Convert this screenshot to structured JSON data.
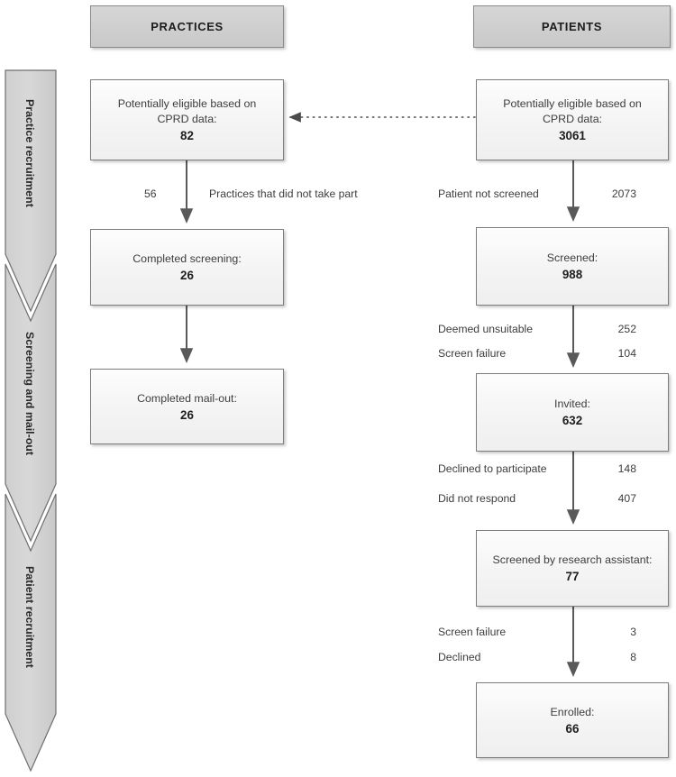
{
  "figure": {
    "type": "flowchart",
    "title": "",
    "columns": [
      {
        "id": "practices",
        "header": "PRACTICES"
      },
      {
        "id": "patients",
        "header": "PATIENTS"
      }
    ],
    "phase_bands": [
      {
        "id": "practice-recruitment",
        "label": "Practice recruitment"
      },
      {
        "id": "screening-mail-out",
        "label": "Screening and mail-out"
      },
      {
        "id": "patient-recruitment",
        "label": "Patient recruitment"
      }
    ],
    "practices_nodes": [
      {
        "id": "practices-eligible",
        "caption": "Potentially eligible based on\nCPRD data:",
        "value": "82"
      },
      {
        "id": "practices-screening",
        "caption": "Completed screening:",
        "value": "26"
      },
      {
        "id": "practices-mailout",
        "caption": "Completed mail-out:",
        "value": "26"
      }
    ],
    "patients_nodes": [
      {
        "id": "patients-eligible",
        "caption": "Potentially eligible based on\nCPRD data:",
        "value": "3061"
      },
      {
        "id": "patients-screened",
        "caption": "Screened:",
        "value": "988"
      },
      {
        "id": "patients-invited",
        "caption": "Invited:",
        "value": "632"
      },
      {
        "id": "patients-ra-screen",
        "caption": "Screened by  research assistant:",
        "value": "77"
      },
      {
        "id": "patients-enrolled",
        "caption": "Enrolled:",
        "value": "66"
      }
    ],
    "practices_exclusions": [
      {
        "id": "practices-did-not-take-part",
        "count": "56",
        "reason": "Practices that did not take part"
      }
    ],
    "patients_exclusions": [
      {
        "id": "patient-not-screened",
        "reason": "Patient not screened",
        "count": "2073"
      },
      {
        "id": "deemed-unsuitable",
        "reason": "Deemed unsuitable",
        "count": "252"
      },
      {
        "id": "screen-failure-1",
        "reason": "Screen failure",
        "count": "104"
      },
      {
        "id": "declined-to-participate",
        "reason": "Declined to participate",
        "count": "148"
      },
      {
        "id": "did-not-respond",
        "reason": "Did not respond",
        "count": "407"
      },
      {
        "id": "screen-failure-2",
        "reason": "Screen failure",
        "count": "3"
      },
      {
        "id": "declined",
        "reason": "Declined",
        "count": "8"
      }
    ],
    "colors": {
      "header_fill": "#d2d2d2",
      "node_fill": "#f4f4f4",
      "border": "#7d7d7d",
      "arrow": "#595959",
      "band_fill": "#d4d4d4",
      "text": "#3d3d3d"
    }
  }
}
